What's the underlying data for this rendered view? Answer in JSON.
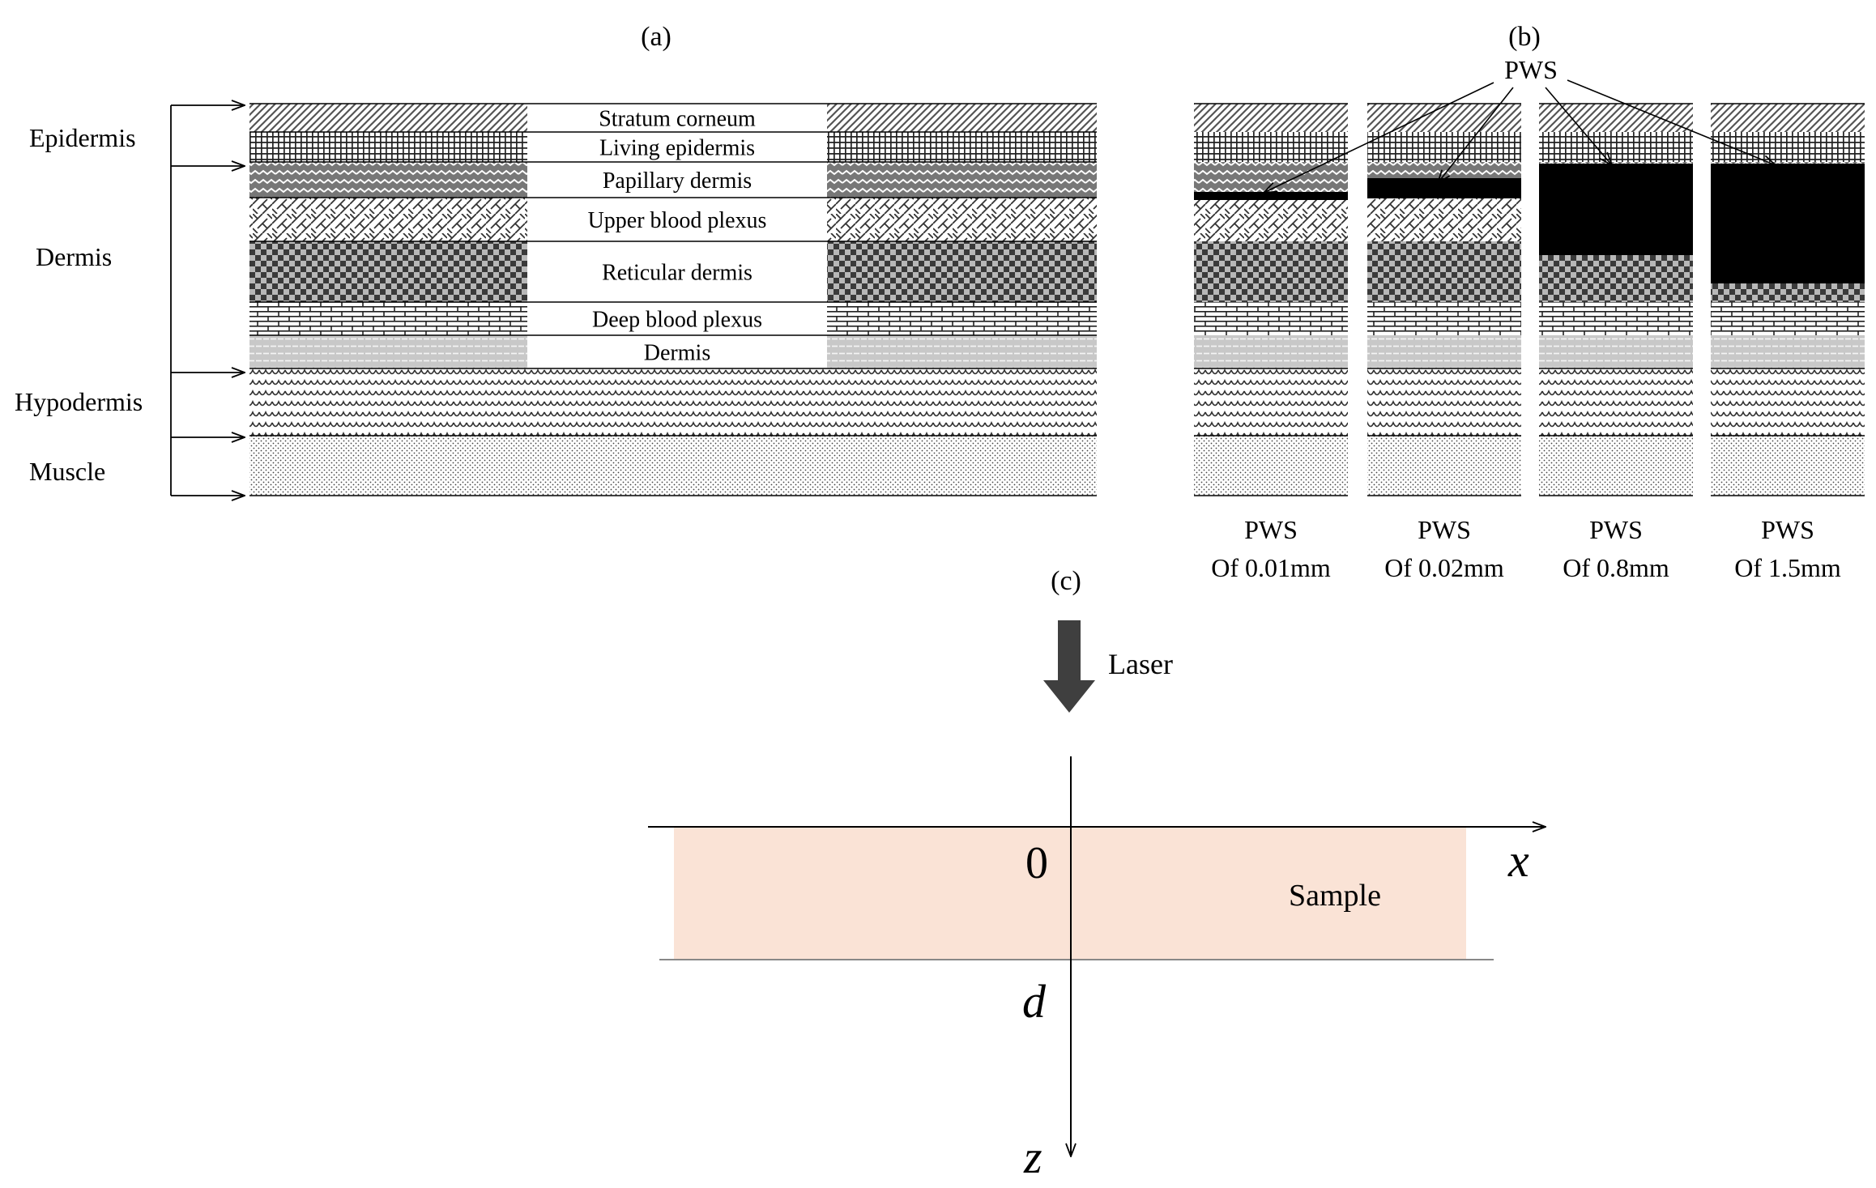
{
  "panel_a": {
    "label": "(a)",
    "groups": [
      {
        "name": "epidermis",
        "label": "Epidermis"
      },
      {
        "name": "dermis",
        "label": "Dermis"
      },
      {
        "name": "hypodermis",
        "label": "Hypodermis"
      },
      {
        "name": "muscle",
        "label": "Muscle"
      }
    ],
    "layers": [
      {
        "name": "stratum-corneum",
        "label": "Stratum corneum",
        "pattern": "diagonal-hatch"
      },
      {
        "name": "living-epidermis",
        "label": "Living  epidermis",
        "pattern": "grid-hatch"
      },
      {
        "name": "papillary-dermis",
        "label": "Papillary dermis",
        "pattern": "zigzag"
      },
      {
        "name": "upper-blood-plexus",
        "label": "Upper blood  plexus",
        "pattern": "weave"
      },
      {
        "name": "reticular-dermis",
        "label": "Reticular dermis",
        "pattern": "checker"
      },
      {
        "name": "deep-blood-plexus",
        "label": "Deep blood  plexus",
        "pattern": "brick"
      },
      {
        "name": "dermis-lower",
        "label": "Dermis",
        "pattern": "light-dash"
      },
      {
        "name": "hypodermis",
        "label": "",
        "pattern": "scales"
      },
      {
        "name": "muscle",
        "label": "",
        "pattern": "dots"
      }
    ]
  },
  "panel_b": {
    "label": "(b)",
    "pws_label": "PWS",
    "columns": [
      {
        "name": "pws-0-01",
        "line1": "PWS",
        "line2": "Of 0.01mm"
      },
      {
        "name": "pws-0-02",
        "line1": "PWS",
        "line2": "Of 0.02mm"
      },
      {
        "name": "pws-0-8",
        "line1": "PWS",
        "line2": "Of 0.8mm"
      },
      {
        "name": "pws-1-5",
        "line1": "PWS",
        "line2": "Of 1.5mm"
      }
    ]
  },
  "panel_c": {
    "label": "(c)",
    "laser_label": "Laser",
    "origin_label": "0",
    "x_label": "x",
    "z_label": "z",
    "d_label": "d",
    "sample_label": "Sample",
    "sample_color": "#fae3d6"
  }
}
